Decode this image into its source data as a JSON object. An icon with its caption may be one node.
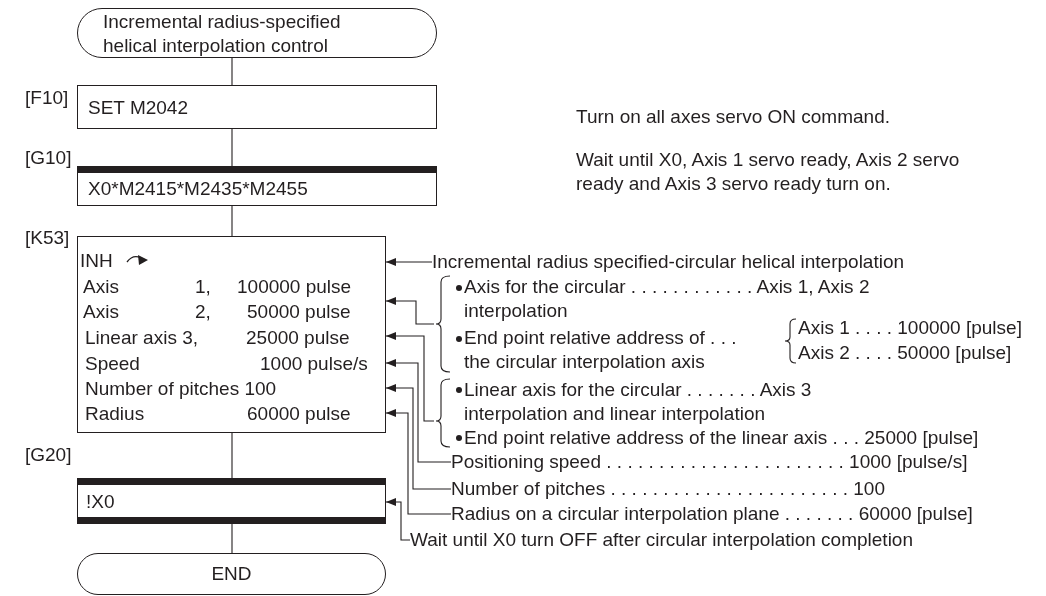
{
  "diagram": {
    "nodes": [
      {
        "text": [
          "Incremental radius-specified helical interpolation control"
        ]
      },
      {
        "text": [
          "SET M2042"
        ],
        "beside": [
          "[F10]"
        ]
      },
      {
        "text": [
          "X0*M2415*M2435*M2455"
        ],
        "beside": [
          "[G10]"
        ]
      },
      {
        "text": [
          "INH",
          "Axis",
          "1,",
          "100000 pulse",
          "Axis",
          "2,",
          "50000 pulse",
          "Linear axis 3,",
          "25000 pulse",
          "Speed",
          "1000 pulse/s",
          "Number of pitches 100",
          "Radius",
          "60000 pulse"
        ],
        "beside": [
          "[K53]"
        ]
      },
      {
        "text": [
          "Incremental radius specified-circular helical interpolation"
        ]
      },
      {
        "text": [
          "Axis for the circular . . . . . . . . . . . . Axis 1, Axis 2 interpolation",
          "End point relative address of . . . the circular interpolation axis",
          "Axis 1 . . . . 100000 [pulse]",
          "Axis 2 . . . . 50000 [pulse]"
        ]
      },
      {
        "text": [
          "Linear axis for the circular . . . . . . . Axis 3 interpolation and linear interpolation",
          "End point relative address of the linear axis . . . 25000 [pulse]"
        ]
      },
      {
        "text": [
          "Positioning speed . . . . . . . . . . . . . . . . . . . . . . . 1000 [pulse/s]"
        ]
      },
      {
        "text": [
          "Number of pitches . . . . . . . . . . . . . . . . . . . . . . . 100"
        ]
      },
      {
        "text": [
          "Radius on a circular interpolation plane . . . . . . . 60000 [pulse]"
        ]
      },
      {
        "text": [
          "!X0"
        ],
        "beside": [
          "[G20]"
        ]
      },
      {
        "text": [
          "Wait until X0 turn OFF after circular interpolation completion"
        ]
      },
      {
        "text": [
          "END"
        ]
      }
    ],
    "edges": [
      {
        "from": 0,
        "to": 1,
        "arrow": "none"
      },
      {
        "from": 1,
        "to": 2,
        "arrow": "none"
      },
      {
        "from": 2,
        "to": 3,
        "arrow": "none"
      },
      {
        "from": 3,
        "to": 10,
        "arrow": "none"
      },
      {
        "from": 10,
        "to": 12,
        "arrow": "none"
      },
      {
        "from": 4,
        "to": 3,
        "arrow": "to"
      },
      {
        "from": 5,
        "to": 3,
        "arrow": "to"
      },
      {
        "from": 6,
        "to": 3,
        "arrow": "to"
      },
      {
        "from": 7,
        "to": 3,
        "arrow": "to"
      },
      {
        "from": 8,
        "to": 3,
        "arrow": "to"
      },
      {
        "from": 9,
        "to": 3,
        "arrow": "to"
      },
      {
        "from": 11,
        "to": 10,
        "arrow": "to"
      }
    ],
    "labels": [
      "Turn on all axes servo ON command.",
      "Wait until X0, Axis 1 servo ready, Axis 2 servo ready and Axis 3 servo ready turn on."
    ]
  }
}
